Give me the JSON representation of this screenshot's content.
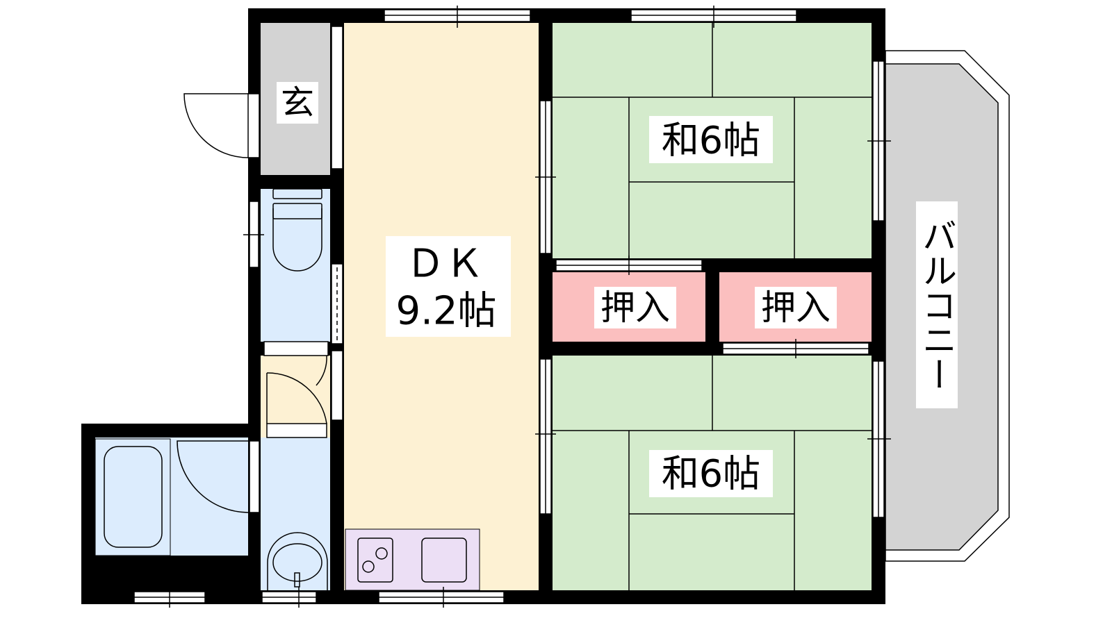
{
  "floorplan": {
    "rooms": {
      "genkan": {
        "label": "玄"
      },
      "dk": {
        "label_line1": "ＤＫ",
        "label_line2": "9.2帖"
      },
      "washitsu_upper": {
        "label": "和6帖"
      },
      "washitsu_lower": {
        "label": "和6帖"
      },
      "closet_left": {
        "label": "押入"
      },
      "closet_right": {
        "label": "押入"
      },
      "balcony": {
        "label": "バルコニー"
      }
    },
    "colors": {
      "wall": "#000000",
      "dk": "#fdf1d3",
      "tatami": "#d4ebcc",
      "closet": "#fbbfbf",
      "genkan": "#d3d3d3",
      "wet_area": "#dcecfd",
      "kitchen": "#ecdff5",
      "balcony": "#d3d3d3"
    }
  }
}
